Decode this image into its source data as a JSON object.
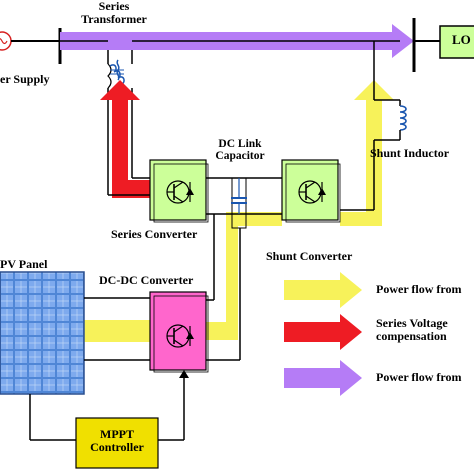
{
  "labels": {
    "series_transformer_line1": "Series",
    "series_transformer_line2": "Transformer",
    "load": "LO",
    "power_supply": "er Supply",
    "dc_link_line1": "DC Link",
    "dc_link_line2": "Capacitor",
    "shunt_inductor": "Shunt Inductor",
    "series_converter": "Series Converter",
    "shunt_converter": "Shunt Converter",
    "pv_panel": "PV Panel",
    "dcdc_converter": "DC-DC Converter",
    "mppt_line1": "MPPT",
    "mppt_line2": "Controller"
  },
  "legend": [
    {
      "text": "Power flow from",
      "color": "#f7f25a"
    },
    {
      "text": "Series Voltage compensation",
      "line1": "Series Voltage",
      "line2": "compensation",
      "color": "#ee1c24"
    },
    {
      "text": "Power flow from",
      "color": "#b57cf6"
    }
  ],
  "colors": {
    "yellow_flow": "#f7f25a",
    "red_flow": "#ee1c24",
    "purple_flow": "#b57cf6",
    "converter_green": "#ccff99",
    "dcdc_pink": "#ff66cc",
    "mppt_yellow": "#f0e000",
    "load_green": "#ccff99",
    "pv_blue": "#5b8fd9"
  }
}
